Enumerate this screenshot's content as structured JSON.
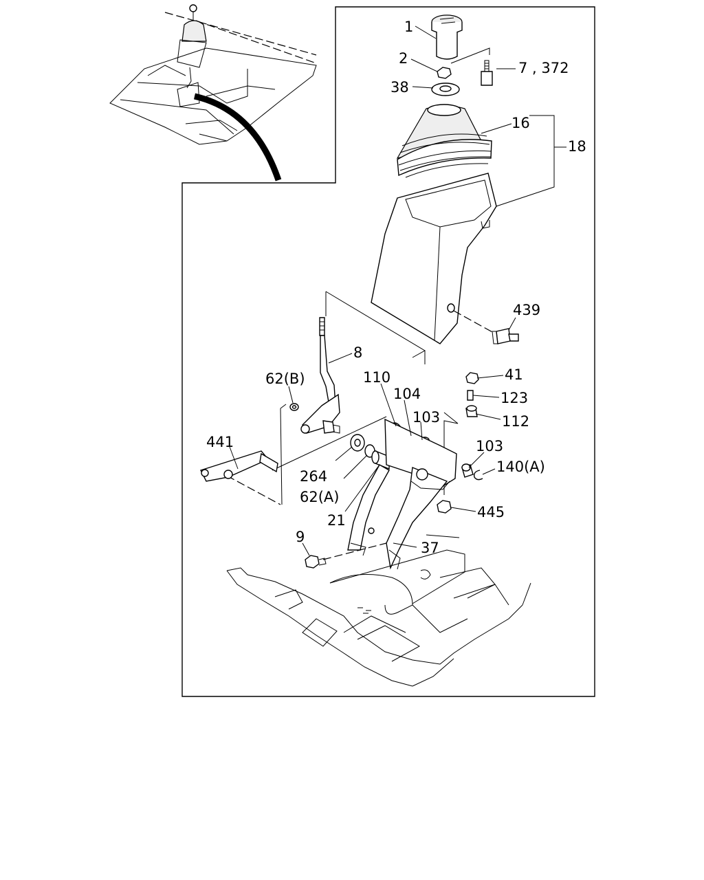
{
  "callouts": [
    {
      "id": "1",
      "text": "1"
    },
    {
      "id": "2",
      "text": "2"
    },
    {
      "id": "7",
      "text": "7 , 372"
    },
    {
      "id": "38",
      "text": "38"
    },
    {
      "id": "16",
      "text": "16"
    },
    {
      "id": "18",
      "text": "18"
    },
    {
      "id": "439",
      "text": "439"
    },
    {
      "id": "8",
      "text": "8"
    },
    {
      "id": "62b",
      "text": "62(B)"
    },
    {
      "id": "110",
      "text": "110"
    },
    {
      "id": "104",
      "text": "104"
    },
    {
      "id": "41",
      "text": "41"
    },
    {
      "id": "123",
      "text": "123"
    },
    {
      "id": "103a",
      "text": "103"
    },
    {
      "id": "112",
      "text": "112"
    },
    {
      "id": "441",
      "text": "441"
    },
    {
      "id": "103b",
      "text": "103"
    },
    {
      "id": "140a",
      "text": "140(A)"
    },
    {
      "id": "264",
      "text": "264"
    },
    {
      "id": "62a",
      "text": "62(A)"
    },
    {
      "id": "445",
      "text": "445"
    },
    {
      "id": "21",
      "text": "21"
    },
    {
      "id": "9",
      "text": "9"
    },
    {
      "id": "37",
      "text": "37"
    }
  ]
}
